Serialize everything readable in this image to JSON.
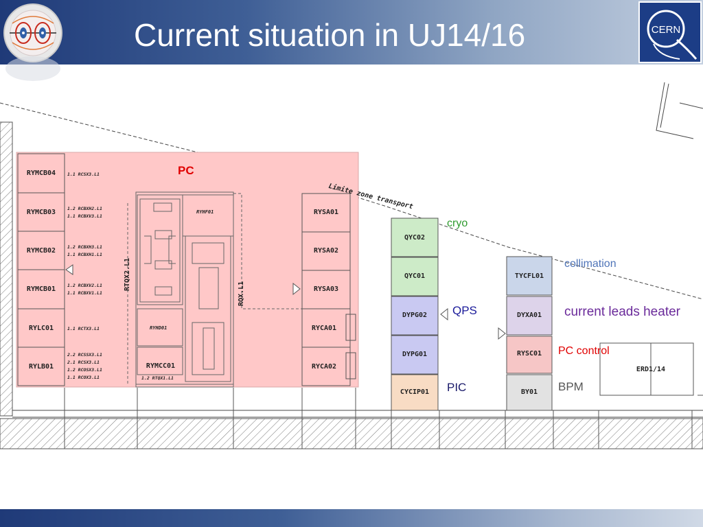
{
  "header": {
    "title": "Current situation in UJ14/16"
  },
  "colors": {
    "pc_zone": "#ffc8c8",
    "cryo": "#cdebc8",
    "qps": "#c9c9f2",
    "pic": "#f8dcc4",
    "collimation": "#cad6ea",
    "heater": "#ddd3ea",
    "pc_control": "#f6c6c6",
    "bpm": "#e2e2e2"
  },
  "zones": {
    "pc": "PC",
    "cryo": "cryo",
    "qps": "QPS",
    "pic": "PIC",
    "collimation": "collimation",
    "current_leads_heater": "current leads heater",
    "pc_control": "PC control",
    "bpm": "BPM"
  },
  "plan": {
    "limit_label": "Limite zone transport",
    "left_racks": [
      "RYMCB04",
      "RYMCB03",
      "RYMCB02",
      "RYMCB01",
      "RYLC01",
      "RYLB01"
    ],
    "left_notes": [
      [
        "1.1 RCSX3.L1"
      ],
      [
        "1.2 RCBXH2.L1",
        "1.1 RCBXV3.L1"
      ],
      [
        "1.2 RCBXH3.L1",
        "1.1 RCBXH1.L1"
      ],
      [
        "1.2 RCBXV2.L1",
        "1.1 RCBXV1.L1"
      ],
      [
        "1.1 RCTX3.L1"
      ],
      [
        "2.2 RCSSX3.L1",
        "2.1 RCSX3.L1",
        "1.2 RCOSX3.L1",
        "1.1 RCOX3.L1"
      ]
    ],
    "center_labels": {
      "ryhf": "RYHF01",
      "ryhd": "RYHD01",
      "rymcc": "RYMCC01",
      "rymcc_note": "1.2 RTQX1.L1",
      "rtqx2": "RTQX2.L1",
      "rqx": "RQX.L1"
    },
    "right_racks": [
      "RYSA01",
      "RYSA02",
      "RYSA03",
      "RYCA01",
      "RYCA02"
    ],
    "col1": [
      "QYC02",
      "QYC01",
      "DYPG02",
      "DYPG01",
      "CYCIP01"
    ],
    "col2": [
      "TYCFL01",
      "DYXA01",
      "RYSC01",
      "BY01"
    ],
    "erd": "ERD1/14"
  }
}
